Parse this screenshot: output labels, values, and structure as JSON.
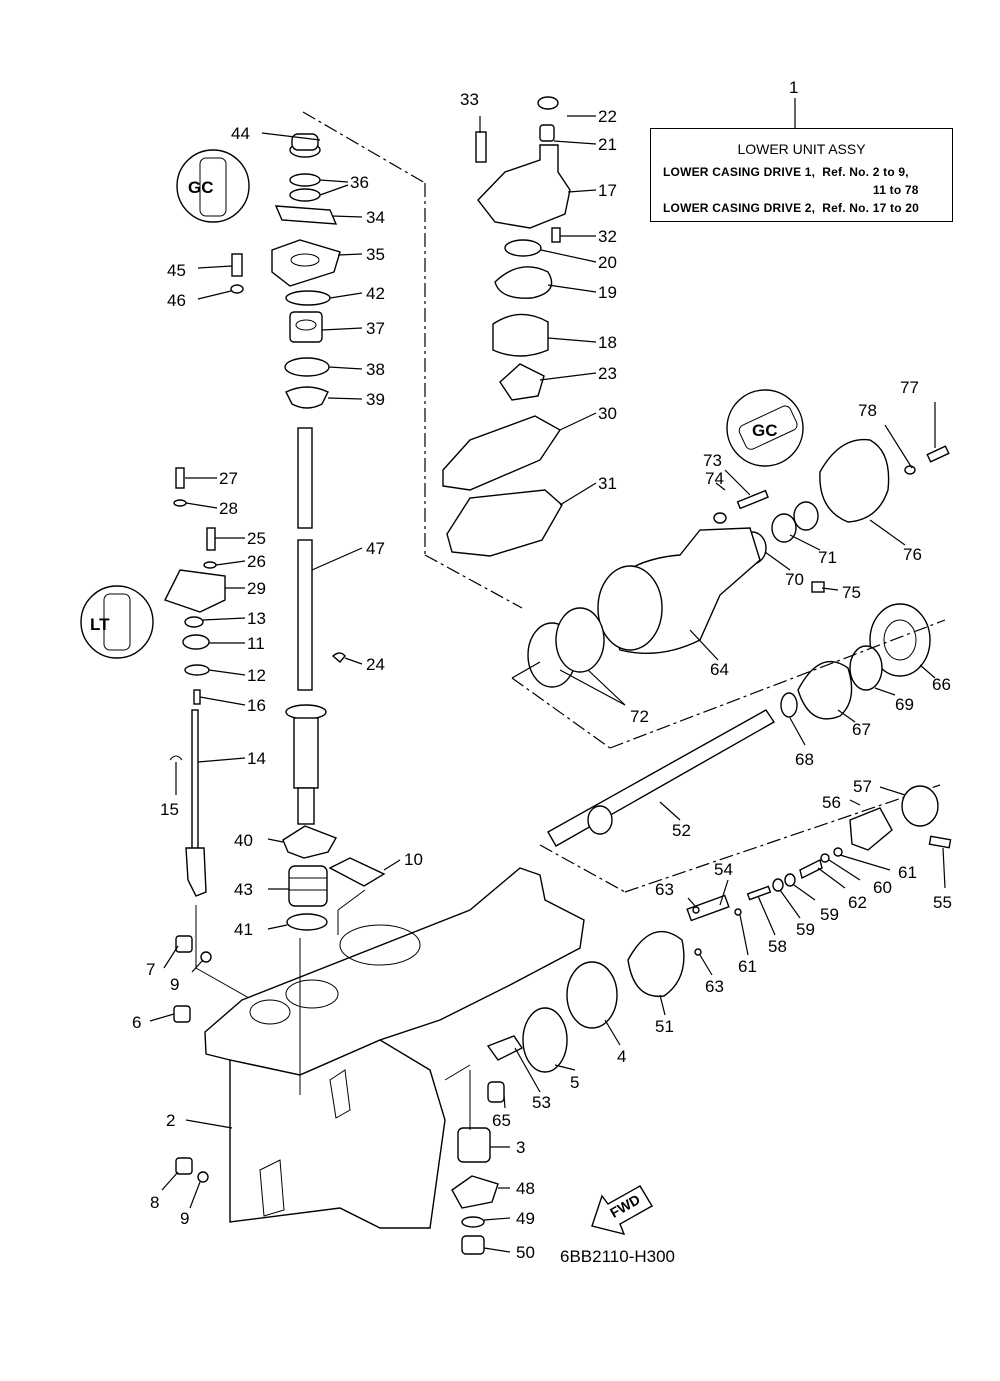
{
  "legend": {
    "ref_number": "1",
    "title": "LOWER UNIT ASSY",
    "line1": "LOWER CASING DRIVE 1,  Ref. No. 2 to 9,",
    "line2": "11 to 78",
    "line3": "LOWER CASING DRIVE 2,  Ref. No. 17 to 20"
  },
  "drawing_code": "6BB2110-H300",
  "fwd_label": "FWD",
  "callouts": {
    "c2": "2",
    "c3": "3",
    "c4": "4",
    "c5": "5",
    "c6": "6",
    "c7": "7",
    "c8": "8",
    "c9a": "9",
    "c9b": "9",
    "c10": "10",
    "c11": "11",
    "c12": "12",
    "c13": "13",
    "c14": "14",
    "c15": "15",
    "c16": "16",
    "c17": "17",
    "c18": "18",
    "c19": "19",
    "c20": "20",
    "c21": "21",
    "c22": "22",
    "c23": "23",
    "c24": "24",
    "c25": "25",
    "c26": "26",
    "c27": "27",
    "c28": "28",
    "c29": "29",
    "c30": "30",
    "c31": "31",
    "c32": "32",
    "c33": "33",
    "c34": "34",
    "c35": "35",
    "c36": "36",
    "c37": "37",
    "c38": "38",
    "c39": "39",
    "c40": "40",
    "c41": "41",
    "c42": "42",
    "c43": "43",
    "c44": "44",
    "c45": "45",
    "c46": "46",
    "c47": "47",
    "c48": "48",
    "c49": "49",
    "c50": "50",
    "c51": "51",
    "c52": "52",
    "c53": "53",
    "c54": "54",
    "c55": "55",
    "c56": "56",
    "c57": "57",
    "c58": "58",
    "c59a": "59",
    "c59b": "59",
    "c60": "60",
    "c61a": "61",
    "c61b": "61",
    "c62": "62",
    "c63a": "63",
    "c63b": "63",
    "c64": "64",
    "c65": "65",
    "c66": "66",
    "c67": "67",
    "c68": "68",
    "c69": "69",
    "c70": "70",
    "c71": "71",
    "c72": "72",
    "c73": "73",
    "c74": "74",
    "c75": "75",
    "c76": "76",
    "c77": "77",
    "c78": "78"
  }
}
